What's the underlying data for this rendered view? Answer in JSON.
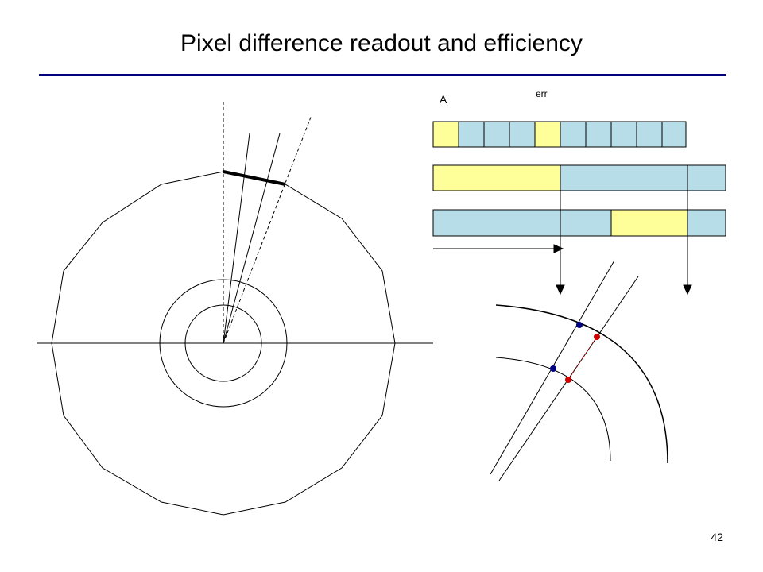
{
  "slide": {
    "title": "Pixel difference readout and efficiency",
    "page_number": "42"
  },
  "labels": {
    "a": "A",
    "err": "err"
  },
  "colors": {
    "title_rule": "#000080",
    "pixel_on": "#FFFF99",
    "pixel_off": "#B7DEE8",
    "outline": "#000000",
    "hit_blue": "#000080",
    "hit_red": "#CC0000"
  }
}
